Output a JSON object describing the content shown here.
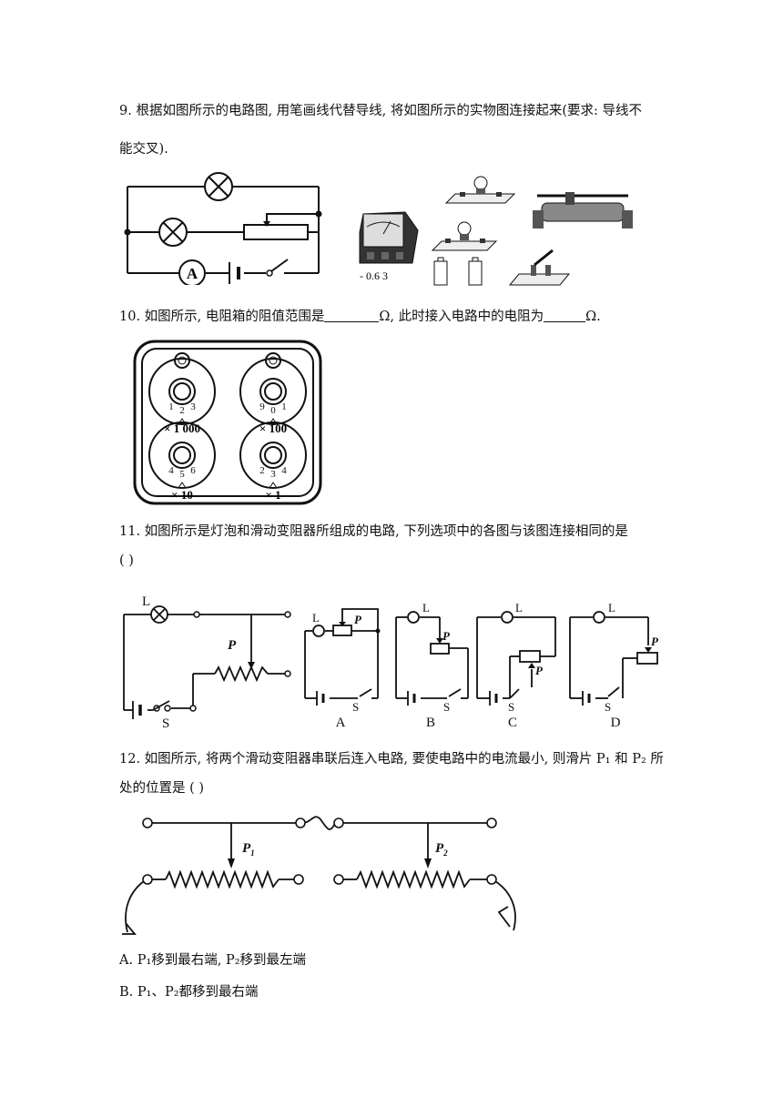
{
  "q9": {
    "line1": "9. 根据如图所示的电路图, 用笔画线代替导线, 将如图所示的实物图连接起来(要求: 导线不",
    "line2": "能交叉).",
    "ammeter_symbol": "A",
    "meter_scale": "- 0.6  3"
  },
  "q10": {
    "text_a": "10. 如图所示, 电阻箱的阻值范围是",
    "text_b": "Ω, 此时接入电路中的电阻为",
    "text_c": "Ω.",
    "multipliers": [
      "× 1 000",
      "× 100",
      "× 10",
      "× 1"
    ]
  },
  "q11": {
    "line1": "11. 如图所示是灯泡和滑动变阻器所组成的电路, 下列选项中的各图与该图连接相同的是",
    "line2": "(        )",
    "lamp_label": "L",
    "slider_label": "P",
    "switch_label": "S",
    "options": [
      "A",
      "B",
      "C",
      "D"
    ]
  },
  "q12": {
    "line1": "12. 如图所示, 将两个滑动变阻器串联后连入电路, 要使电路中的电流最小, 则滑片 P₁ 和 P₂ 所",
    "line2": "处的位置是 (        )",
    "p1": "P",
    "p1_sub": "1",
    "p2": "P",
    "p2_sub": "2",
    "optA": "A. P₁移到最右端, P₂移到最左端",
    "optB": "B. P₁、P₂都移到最右端"
  }
}
